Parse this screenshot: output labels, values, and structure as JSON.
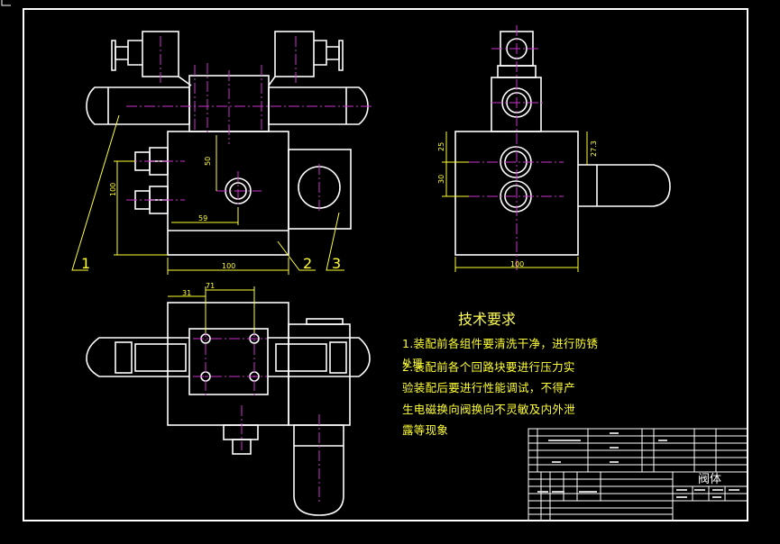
{
  "drawing": {
    "part_name": "阀体",
    "colors": {
      "background": "#000000",
      "outline": "#ffffff",
      "centerline": "#cc33cc",
      "dimension": "#ffff33",
      "title_block_small": "#cccccc"
    }
  },
  "views": {
    "top_left": {
      "dims": {
        "d50": "50",
        "d59": "59",
        "d100_v": "100",
        "d100_h": "100"
      },
      "balloons": [
        "1",
        "2",
        "3"
      ]
    },
    "top_right": {
      "dims": {
        "d25": "25",
        "d30": "30",
        "d27_3": "27.3",
        "d100_h": "100"
      }
    },
    "bottom_left": {
      "dims": {
        "d31": "31",
        "d71": "71"
      }
    }
  },
  "technical_requirements": {
    "title": "技术要求",
    "lines": [
      "1.装配前各组件要清洗干净，进行防锈",
      "处理",
      "2.装配前各个回路块要进行压力实",
      "验装配后要进行性能调试，不得产",
      "生电磁换向阀换向不灵敏及内外泄",
      "露等现象"
    ]
  },
  "title_block": {
    "name": "阀体"
  }
}
